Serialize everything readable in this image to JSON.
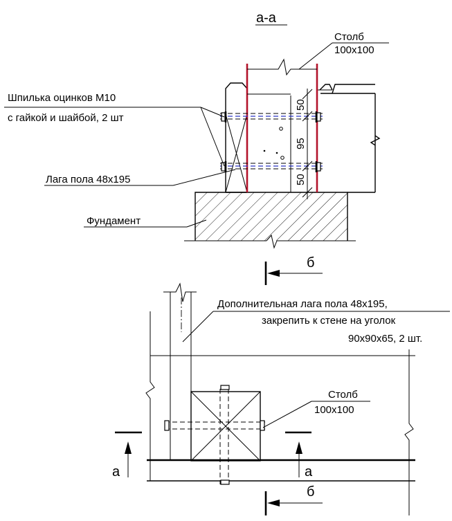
{
  "section_title": "а-а",
  "elevation": {
    "post_label": [
      "Столб",
      "100х100"
    ],
    "stud_label": [
      "Шпилька оцинков М10",
      "с гайкой и шайбой, 2 шт"
    ],
    "joist_label": "Лага пола 48х195",
    "foundation_label": "Фундамент",
    "dimensions": [
      "50",
      "95",
      "50"
    ]
  },
  "section_b_mark": "б",
  "plan": {
    "extra_joist_label": [
      "Дополнительная лага пола 48х195,",
      "закрепить к стене на уголок",
      "90х90х65, 2 шт."
    ],
    "post_label": [
      "Столб",
      "100х100"
    ],
    "section_a_mark": "а"
  },
  "colors": {
    "line": "#000000",
    "post": "#b3122a",
    "stud_axis": "#2a34c8"
  }
}
